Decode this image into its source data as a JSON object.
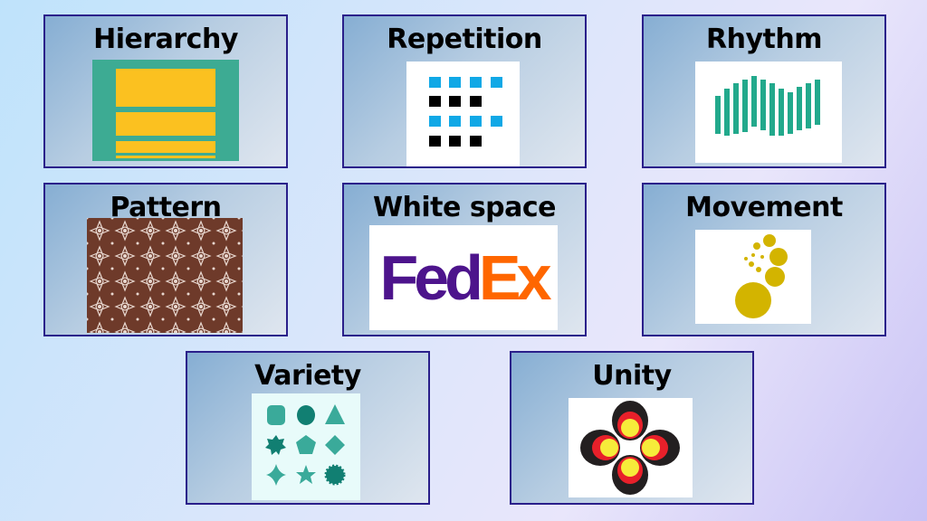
{
  "cards": [
    {
      "title": "Hierarchy",
      "image": "hierarchy-bars-icon"
    },
    {
      "title": "Repetition",
      "image": "repetition-squares-icon"
    },
    {
      "title": "Rhythm",
      "image": "rhythm-bars-icon"
    },
    {
      "title": "Pattern",
      "image": "floral-pattern-icon"
    },
    {
      "title": "White space",
      "image": "fedex-logo"
    },
    {
      "title": "Movement",
      "image": "movement-circles-icon"
    },
    {
      "title": "Variety",
      "image": "variety-shapes-icon"
    },
    {
      "title": "Unity",
      "image": "unity-flower-icon"
    }
  ],
  "logo_text": {
    "fed": "Fed",
    "ex": "Ex"
  },
  "colors": {
    "border": "#2a1f8a",
    "green": "#3dab93",
    "yellow": "#fbc120",
    "blue": "#10a8e6",
    "teal": "#22a98c",
    "brown": "#6e3a2a",
    "fedex_purple": "#4d148c",
    "fedex_orange": "#ff6600",
    "gold": "#d3b400"
  }
}
